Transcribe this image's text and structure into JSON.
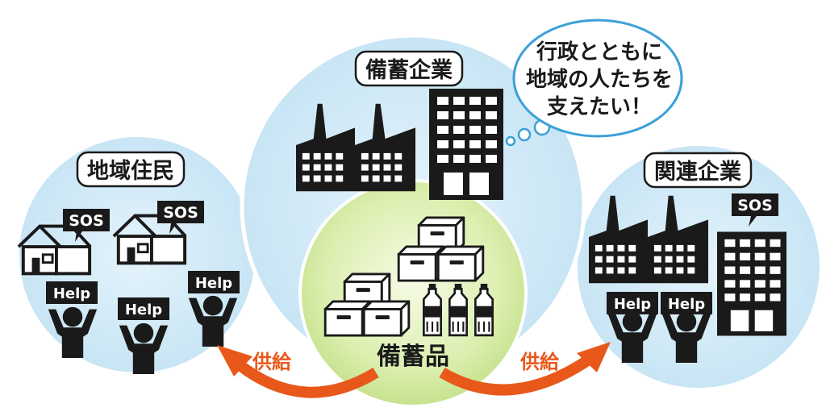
{
  "left_group": {
    "label": "地域住民",
    "sos_1": "SOS",
    "sos_2": "SOS",
    "help_1": "Help",
    "help_2": "Help",
    "help_3": "Help"
  },
  "center_group": {
    "label": "備蓄企業",
    "stockpile_label": "備蓄品"
  },
  "right_group": {
    "label": "関連企業",
    "sos": "SOS",
    "help_1": "Help",
    "help_2": "Help"
  },
  "thought_bubble": {
    "line1": "行政とともに",
    "line2": "地域の人たちを",
    "line3": "支えたい！"
  },
  "arrows": {
    "left_label": "供給",
    "right_label": "供給"
  },
  "colors": {
    "circle_fill": "#cfe8f6",
    "inner_circle": "#dcefb4",
    "arrow": "#e8581a",
    "ink": "#1a1a1a"
  }
}
